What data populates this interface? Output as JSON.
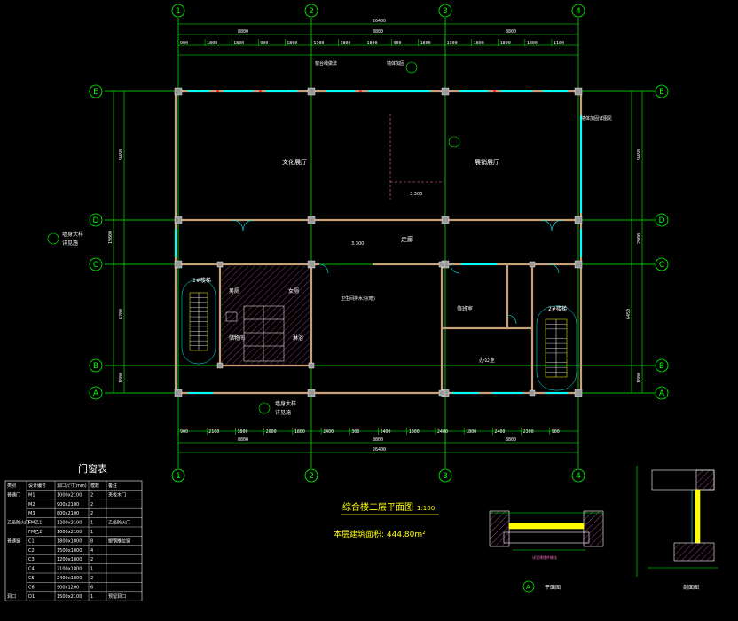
{
  "colors": {
    "background": "#000000",
    "grid": "#00ff00",
    "wall": "#c8a07a",
    "window": "#00ffff",
    "text": "#ffffff",
    "column": "#c0c0c0",
    "highlight": "#ff00ff"
  },
  "axes_top": [
    "1",
    "2",
    "3",
    "4"
  ],
  "axes_side": [
    "E",
    "D",
    "C",
    "B",
    "A"
  ],
  "dims": {
    "total_top": "26400",
    "bays_top": [
      "8800",
      "8800",
      "8800"
    ],
    "total_bottom": "26400",
    "bays_bottom": [
      "8800",
      "8800",
      "8800"
    ],
    "top_sub": [
      "900",
      "1800",
      "1800",
      "900",
      "1800",
      "1100",
      "1800",
      "1800",
      "900",
      "1800",
      "1300",
      "1800",
      "1800",
      "1800",
      "1100"
    ],
    "bottom_sub": [
      "900",
      "2100",
      "1800",
      "2000",
      "1800",
      "2400",
      "300",
      "2400",
      "1800",
      "2400",
      "1800",
      "2400",
      "2300",
      "900"
    ],
    "left_total": "19800",
    "left_parts": [
      "9450",
      "6700",
      "1800"
    ],
    "right_parts": [
      "9450",
      "2900",
      "6450",
      "1800"
    ]
  },
  "rooms": {
    "culture_hall": "文化展厅",
    "exhibit_hall": "展销展厅",
    "corridor": "走廊",
    "stair_left": "1#楼梯",
    "stair_right": "2#楼梯",
    "toilet_men": "男厕",
    "toilet_women": "女厕",
    "duty_room": "值班室",
    "office": "办公室",
    "storage": "储物间",
    "shower": "淋浴"
  },
  "annotations": {
    "a1": "墙身大样",
    "a1b": "详见施",
    "a2": "墙身大样",
    "a2b": "详见施",
    "note_top1": "窗台线做法",
    "note_top2": "墙体加固",
    "note_mid": "卫生间排水沟(暗)",
    "note_right": "墙体加固详图见",
    "elev1": "3.300",
    "elev2": "3.300"
  },
  "title": {
    "main": "综合楼二层平面图",
    "scale": "1:100",
    "area": "本层建筑面积: 444.80m²"
  },
  "door_window_table": {
    "title": "门窗表",
    "headers": [
      "类别",
      "设计编号",
      "洞口尺寸(mm)",
      "樘数",
      "备注"
    ],
    "rows": [
      [
        "普通门",
        "M1",
        "1000x2100",
        "2",
        "夹板木门"
      ],
      [
        "",
        "M2",
        "900x2100",
        "2",
        ""
      ],
      [
        "",
        "M3",
        "800x2100",
        "2",
        ""
      ],
      [
        "乙级防火门",
        "FM乙1",
        "1200x2100",
        "1",
        "乙级防火门"
      ],
      [
        "",
        "FM乙2",
        "1000x2100",
        "1",
        ""
      ],
      [
        "普通窗",
        "C1",
        "1800x1800",
        "8",
        "塑钢推拉窗"
      ],
      [
        "",
        "C2",
        "1500x1800",
        "4",
        ""
      ],
      [
        "",
        "C3",
        "1200x1800",
        "2",
        ""
      ],
      [
        "",
        "C4",
        "2100x1800",
        "1",
        ""
      ],
      [
        "",
        "C5",
        "2400x1800",
        "2",
        ""
      ],
      [
        "",
        "C6",
        "900x1200",
        "6",
        ""
      ],
      [
        "洞口",
        "D1",
        "1500x2100",
        "1",
        "预留洞口"
      ]
    ]
  },
  "details": {
    "plan_label": "平面图",
    "plan_circle": "A",
    "section_label": "剖面图",
    "plan_note": "详见预埋件做法"
  }
}
